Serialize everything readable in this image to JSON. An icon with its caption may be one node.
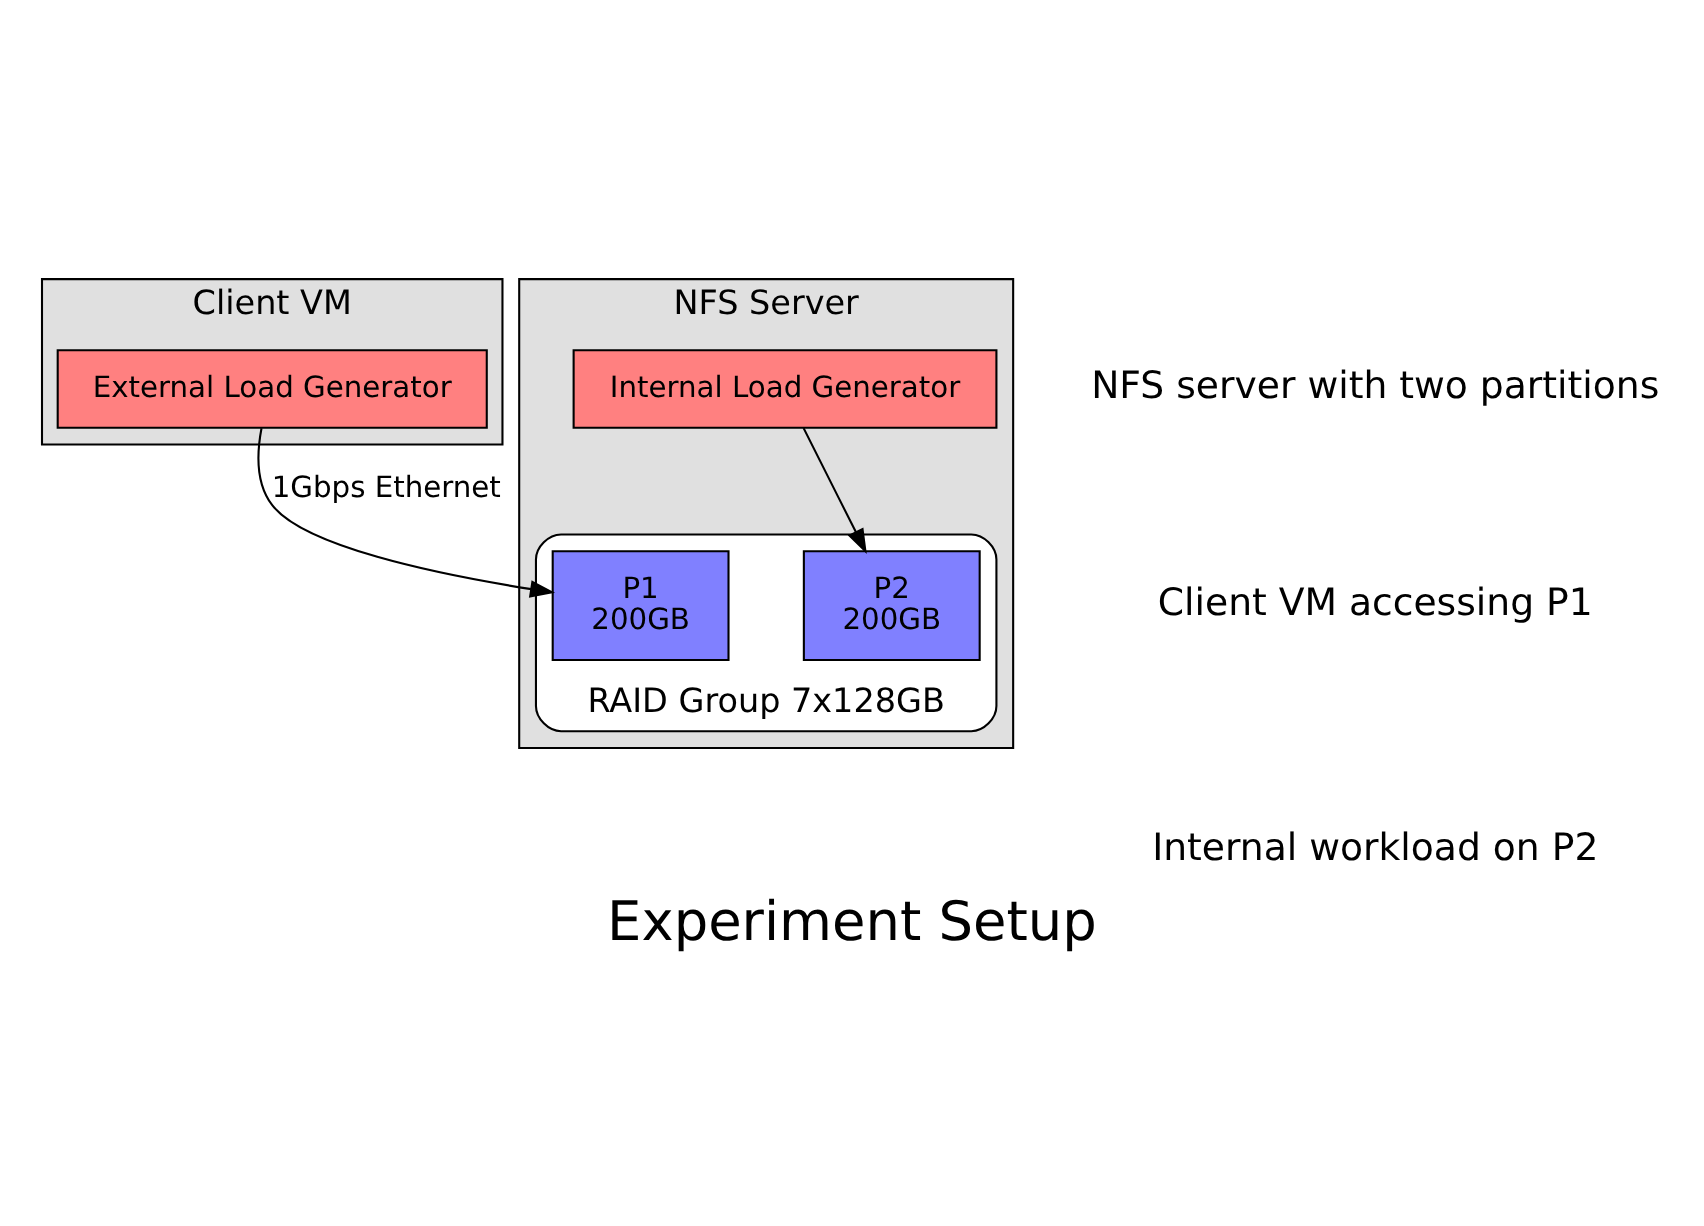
{
  "diagram": {
    "title": "Experiment Setup",
    "nodes": [
      {
        "text": [
          "Client VM"
        ]
      },
      {
        "text": [
          "External Load Generator"
        ],
        "in": 0
      },
      {
        "text": [
          "NFS Server"
        ]
      },
      {
        "text": [
          "Internal Load Generator"
        ],
        "in": 2
      },
      {
        "text": [
          "RAID Group 7x128GB"
        ],
        "in": 2
      },
      {
        "text": [
          "P1",
          "200GB"
        ],
        "in": 4
      },
      {
        "text": [
          "P2",
          "200GB"
        ],
        "in": 4
      }
    ],
    "edges": [
      {
        "from": 1,
        "to": 5,
        "arrow": "to",
        "label": "1Gbps Ethernet"
      },
      {
        "from": 3,
        "to": 6,
        "arrow": "to"
      }
    ],
    "labels": [
      "NFS server with two partitions",
      "Client VM accessing P1",
      "Internal workload on P2"
    ]
  }
}
